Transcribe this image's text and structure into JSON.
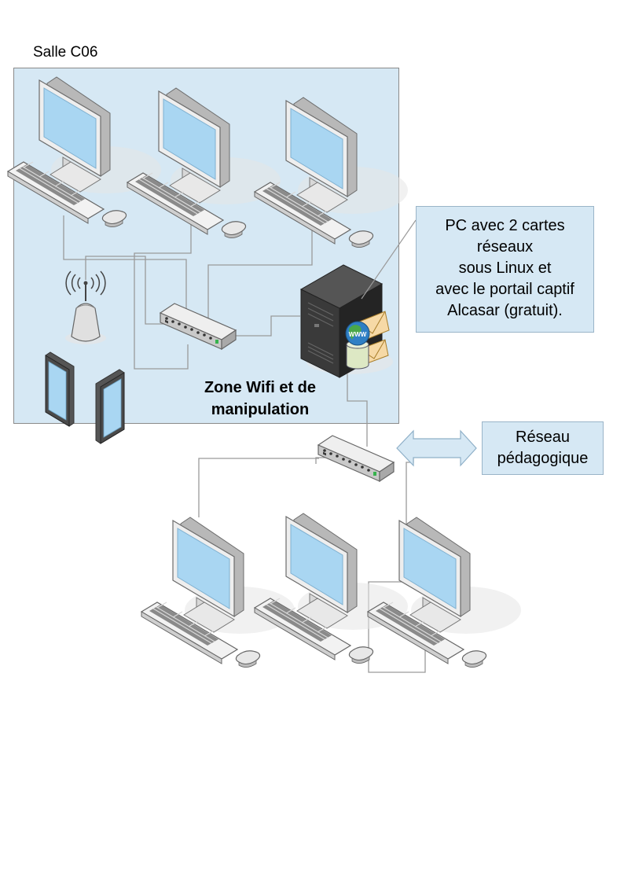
{
  "room": {
    "title": "Salle C06"
  },
  "zone": {
    "line1": "Zone Wifi et de",
    "line2": "manipulation"
  },
  "server_note": {
    "lines": [
      "PC avec 2 cartes",
      "réseaux",
      "sous Linux et",
      "avec le portail captif",
      "Alcasar (gratuit)."
    ]
  },
  "network_box": {
    "lines": [
      "Réseau",
      "pédagogique"
    ]
  },
  "server_badge": "WWW",
  "colors": {
    "room_fill": "#d6e8f4",
    "screen_blue": "#a9d6f2",
    "monitor_body": "#e9e9e9",
    "server_dark": "#2e2e2e",
    "link_line": "#9a9a9a",
    "arrow_fill": "#d6e8f4"
  },
  "devices": {
    "room_workstations": 3,
    "lower_workstations": 3,
    "switches": 2,
    "tablets": 2,
    "wifi_access_points": 1,
    "servers": 1
  }
}
